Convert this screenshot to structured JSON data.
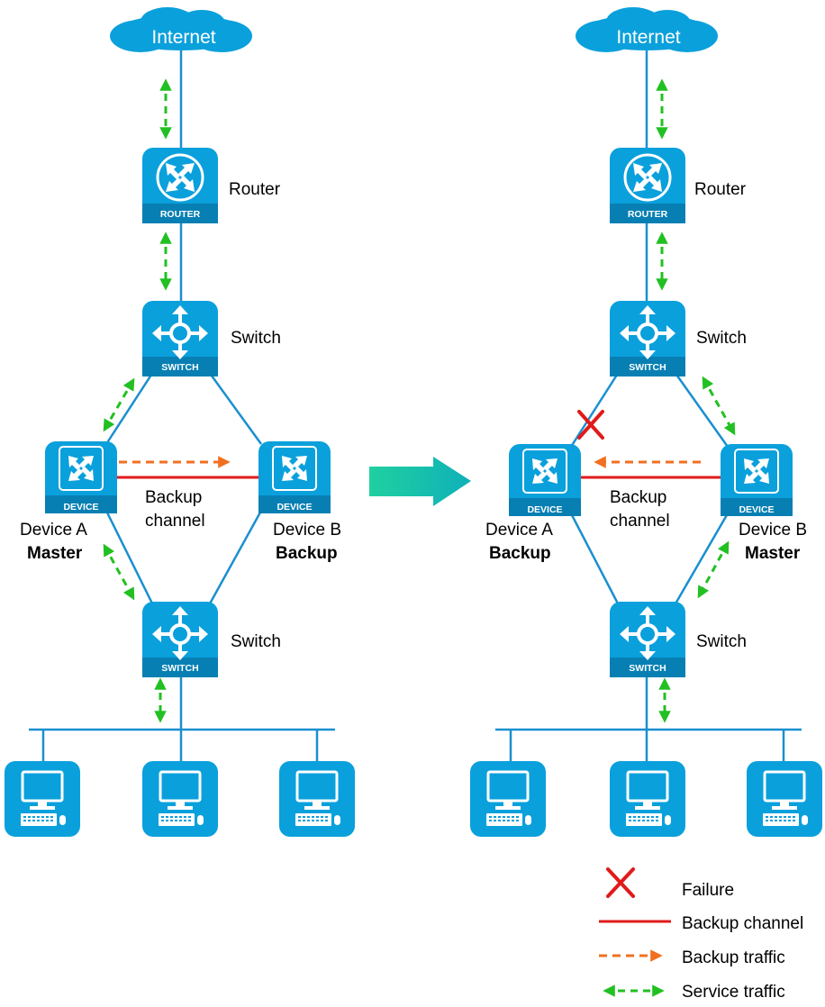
{
  "left": {
    "internet": "Internet",
    "router": "Router",
    "router_badge": "ROUTER",
    "switch_top": "Switch",
    "switch_top_badge": "SWITCH",
    "device_a_name": "Device A",
    "device_a_role": "Master",
    "device_a_badge": "DEVICE",
    "device_b_name": "Device B",
    "device_b_role": "Backup",
    "device_b_badge": "DEVICE",
    "channel_line1": "Backup",
    "channel_line2": "channel",
    "switch_bottom": "Switch",
    "switch_bottom_badge": "SWITCH"
  },
  "right": {
    "internet": "Internet",
    "router": "Router",
    "router_badge": "ROUTER",
    "switch_top": "Switch",
    "switch_top_badge": "SWITCH",
    "device_a_name": "Device A",
    "device_a_role": "Backup",
    "device_a_badge": "DEVICE",
    "device_b_name": "Device B",
    "device_b_role": "Master",
    "device_b_badge": "DEVICE",
    "channel_line1": "Backup",
    "channel_line2": "channel",
    "switch_bottom": "Switch",
    "switch_bottom_badge": "SWITCH"
  },
  "legend": {
    "failure": "Failure",
    "backup_channel": "Backup channel",
    "backup_traffic": "Backup traffic",
    "service_traffic": "Service traffic"
  },
  "colors": {
    "device_blue": "#0aa0dc",
    "link_blue": "#1a8fd0",
    "service_traffic": "#22c022",
    "backup_traffic": "#f07020",
    "backup_channel": "#e01a1a",
    "failure": "#e01a1a",
    "transition_arrow": "#1fc0a8"
  },
  "icons": {
    "cloud": "cloud-icon",
    "router": "router-icon",
    "switch": "switch-icon",
    "device": "device-icon",
    "host": "computer-icon",
    "failure": "cross-icon",
    "transition": "right-arrow-icon"
  }
}
